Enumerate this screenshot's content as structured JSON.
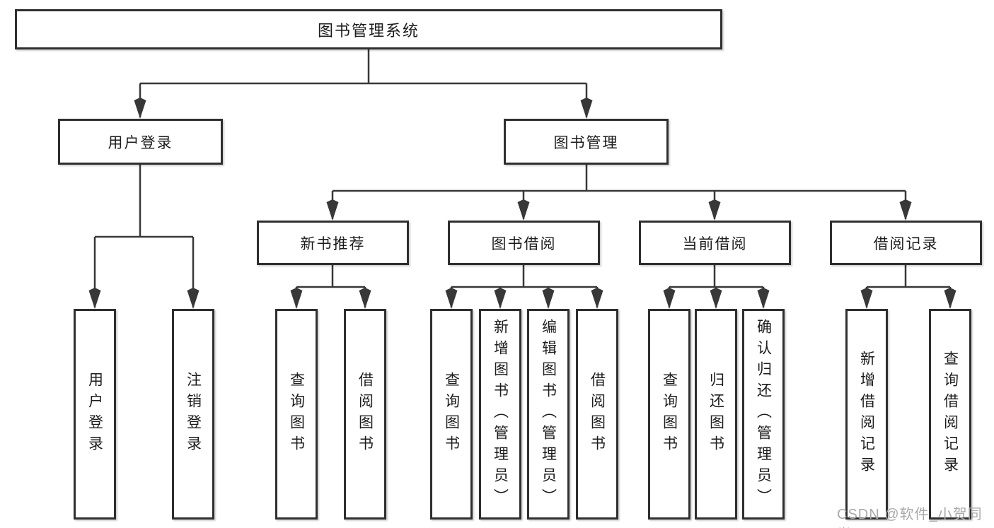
{
  "tree": {
    "label": "图书管理系统",
    "children": [
      {
        "label": "用户登录",
        "children": [
          {
            "label": "用户登录"
          },
          {
            "label": "注销登录"
          }
        ]
      },
      {
        "label": "图书管理",
        "children": [
          {
            "label": "新书推荐",
            "children": [
              {
                "label": "查询图书"
              },
              {
                "label": "借阅图书"
              }
            ]
          },
          {
            "label": "图书借阅",
            "children": [
              {
                "label": "查询图书"
              },
              {
                "label": "新增图书（管理员）"
              },
              {
                "label": "编辑图书（管理员）"
              },
              {
                "label": "借阅图书"
              }
            ]
          },
          {
            "label": "当前借阅",
            "children": [
              {
                "label": "查询图书"
              },
              {
                "label": "归还图书"
              },
              {
                "label": "确认归还（管理员）"
              }
            ]
          },
          {
            "label": "借阅记录",
            "children": [
              {
                "label": "新增借阅记录"
              },
              {
                "label": "查询借阅记录"
              }
            ]
          }
        ]
      }
    ]
  },
  "watermark": "CSDN @软件_小贺同学",
  "colors": {
    "line": "#383838",
    "border": "#2f2f2f",
    "text": "#1c1c1c",
    "watermark": "#a9a9a9",
    "background": "#ffffff"
  }
}
